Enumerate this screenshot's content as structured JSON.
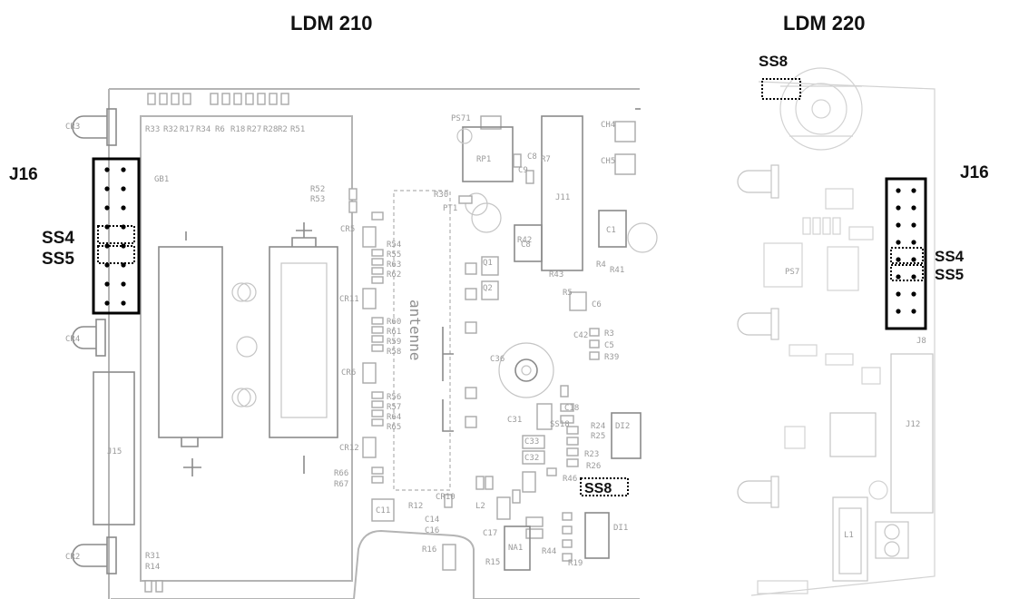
{
  "titles": {
    "left": "LDM 210",
    "right": "LDM 220"
  },
  "left_board": {
    "header": "J16",
    "jumpers": [
      "SS4",
      "SS5"
    ],
    "ss8": "SS8",
    "antenna": "antenne",
    "silkscreen": {
      "cr3": "CR3",
      "cr4": "CR4",
      "cr2": "CR2",
      "gb1": "GB1",
      "j15": "J15",
      "j11": "J11",
      "r33": "R33",
      "r32": "R32",
      "r17": "R17",
      "r34": "R34",
      "r6": "R6",
      "r18": "R18",
      "r27": "R27",
      "r28": "R28",
      "r2": "R2",
      "r51": "R51",
      "r52": "R52",
      "r53": "R53",
      "cr5": "CR5",
      "cr11": "CR11",
      "cr6": "CR6",
      "cr12": "CR12",
      "r54": "R54",
      "r55": "R55",
      "r63": "R63",
      "r62": "R62",
      "r60": "R60",
      "r61": "R61",
      "r59": "R59",
      "r58": "R58",
      "r56": "R56",
      "r57": "R57",
      "r64": "R64",
      "r65": "R65",
      "r66": "R66",
      "r67": "R67",
      "ps71": "PS71",
      "rp1": "RP1",
      "c8": "C8",
      "c9": "C9",
      "r7": "R7",
      "r30": "R30",
      "pt1": "PT1",
      "ch4": "CH4",
      "ch5": "CH5",
      "c1": "C1",
      "c6": "C6",
      "c42": "C42",
      "r3": "R3",
      "c5": "C5",
      "r39": "R39",
      "r42": "R42",
      "r43": "R43",
      "r4": "R4",
      "r41": "R41",
      "r5": "R5",
      "q1": "Q1",
      "q2": "Q2",
      "c36": "C36",
      "c31": "C31",
      "c18": "C18",
      "ss18": "SS18",
      "r24": "R24",
      "r25": "R25",
      "di2": "DI2",
      "r23": "R23",
      "r26": "R26",
      "c33": "C33",
      "c32": "C32",
      "r46": "R46",
      "c11": "C11",
      "r12": "R12",
      "cr10": "CR10",
      "c14": "C14",
      "c16": "C16",
      "l2": "L2",
      "c17": "C17",
      "na1": "NA1",
      "r16": "R16",
      "r15": "R15",
      "r19": "R19",
      "r44": "R44",
      "di1": "DI1",
      "r31": "R31",
      "r14": "R14"
    }
  },
  "right_board": {
    "header": "J16",
    "jumpers": [
      "SS4",
      "SS5"
    ],
    "ss8": "SS8",
    "silkscreen": {
      "ps7": "PS7",
      "l1": "L1",
      "j12": "J12",
      "j8": "J8"
    }
  }
}
